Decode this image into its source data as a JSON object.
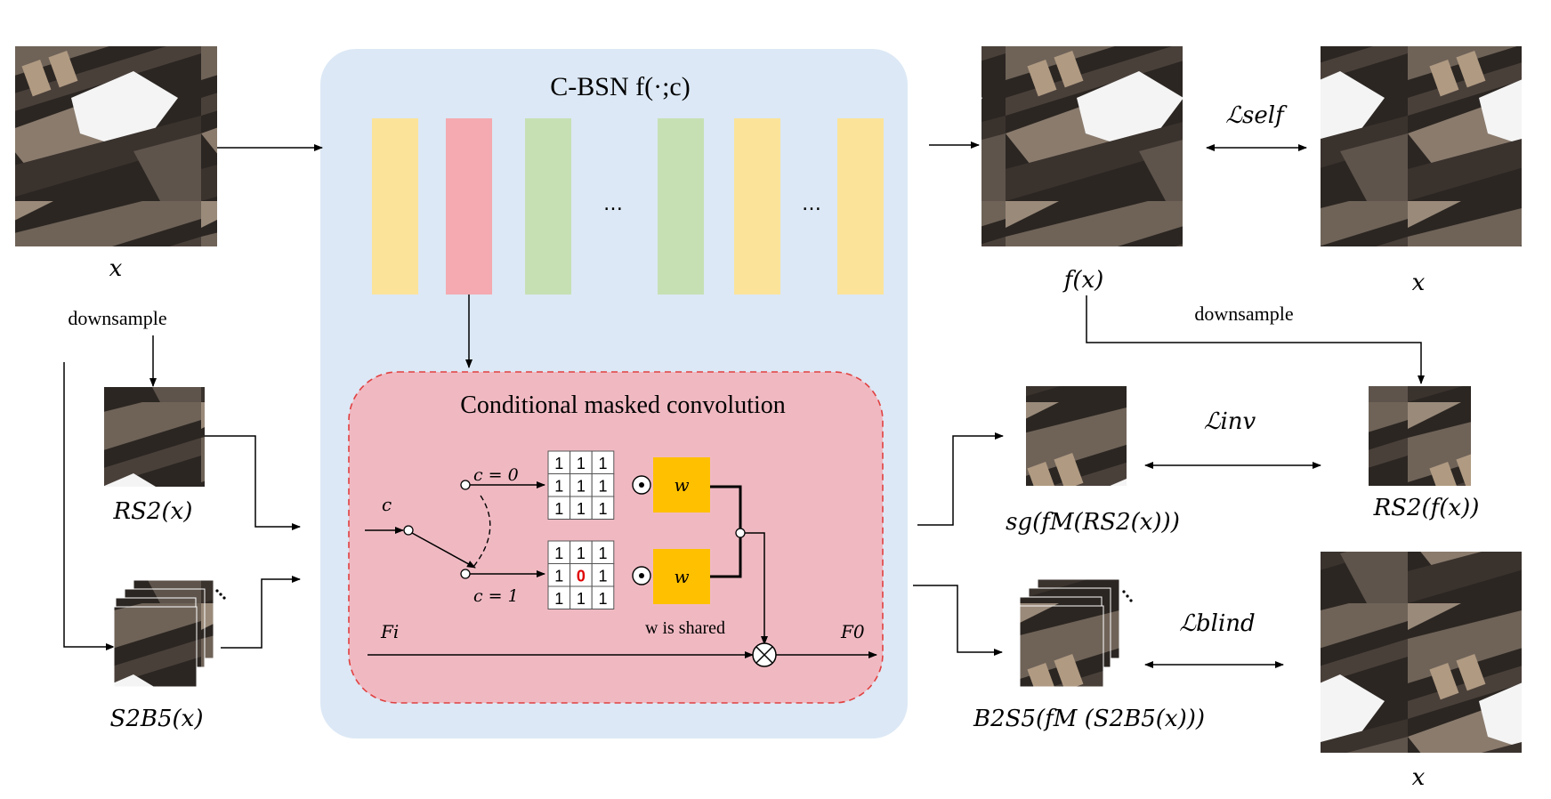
{
  "colors": {
    "bsn_panel": "#dce8f5",
    "cmc_panel": "#f0b9c2",
    "cmc_border": "#e04040",
    "layer_yellow": "#fbe39a",
    "layer_pink": "#f4aab0",
    "layer_green": "#c6e0b4",
    "weight_box": "#ffc000",
    "masked_zero": "#e00000"
  },
  "bsn": {
    "title": "C-BSN f(·;c)",
    "dots_1": "…",
    "dots_2": "…"
  },
  "cmc": {
    "title": "Conditional masked convolution",
    "c_label": "c",
    "c0_label": "c = 0",
    "c1_label": "c = 1",
    "w_label_1": "w",
    "w_label_2": "w",
    "shared_note": "w is shared",
    "fi_label": "Fi",
    "fo_label": "F0",
    "mask_full": [
      [
        "1",
        "1",
        "1"
      ],
      [
        "1",
        "1",
        "1"
      ],
      [
        "1",
        "1",
        "1"
      ]
    ],
    "mask_center": [
      [
        "1",
        "1",
        "1"
      ],
      [
        "1",
        "0",
        "1"
      ],
      [
        "1",
        "1",
        "1"
      ]
    ]
  },
  "left": {
    "x_label": "x",
    "downsample": "downsample",
    "rs2_label": "RS2(x)",
    "s2b5_label": "S2B5(x)"
  },
  "right": {
    "fx_label": "f(x)",
    "x_top_label": "x",
    "downsample": "downsample",
    "sg_label": "sg(fM(RS2(x)))",
    "rs2f_label": "RS2(f(x))",
    "b2s5_label": "B2S5(fM (S2B5(x)))",
    "x_bottom_label": "x",
    "l_self": "ℒself",
    "l_inv": "ℒinv",
    "l_blind": "ℒblind"
  }
}
